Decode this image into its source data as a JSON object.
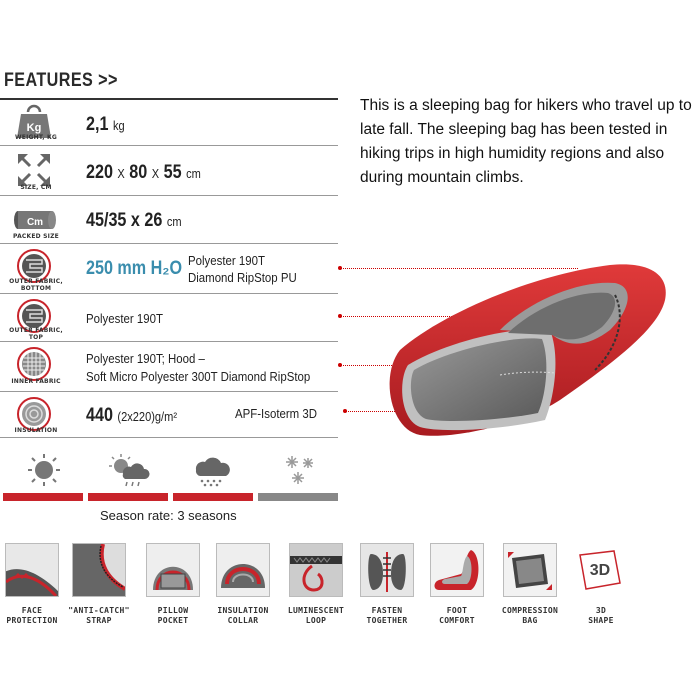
{
  "header": {
    "title": "FEATURES >>"
  },
  "description": "This is a sleeping bag for hikers who travel up to late fall. The sleeping bag has been tested in hiking trips in high humidity regions and also during mountain climbs.",
  "specs": {
    "weight": {
      "icon": "weight-kg-icon",
      "icon_text": "Kg",
      "label": "WEIGHT, KG",
      "value": "2,1",
      "unit": "kg"
    },
    "size": {
      "icon": "size-arrows-icon",
      "label": "SIZE, CM",
      "v1": "220",
      "x1": "X",
      "v2": "80",
      "x2": "X",
      "v3": "55",
      "unit": "cm"
    },
    "packed": {
      "icon": "packed-bag-icon",
      "icon_text": "Cm",
      "label": "PACKED SIZE",
      "value": "45/35 x 26",
      "unit": "cm"
    },
    "outer_bottom": {
      "icon": "outer-fabric-bottom-icon",
      "label_1": "OUTER FABRIC,",
      "label_2": "BOTTOM",
      "value": "250 mm H₂O",
      "text_1": "Polyester 190T",
      "text_2": "Diamond RipStop PU"
    },
    "outer_top": {
      "icon": "outer-fabric-top-icon",
      "label_1": "OUTER FABRIC,",
      "label_2": "TOP",
      "text": "Polyester 190T"
    },
    "inner": {
      "icon": "inner-fabric-icon",
      "label": "INNER FABRIC",
      "text_1": "Polyester 190T;  Hood –",
      "text_2": "Soft  Micro Polyester 300T Diamond RipStop"
    },
    "insulation": {
      "icon": "insulation-icon",
      "label": "INSULATION",
      "value": "440",
      "paren": "(2x220)",
      "unit": "g/m²",
      "text": "APF-Isoterm 3D"
    }
  },
  "seasons": {
    "icons": [
      "sun-icon",
      "sun-cloud-rain-icon",
      "cloud-rain-icon",
      "snowflakes-icon"
    ],
    "bar_colors": [
      "#c8242b",
      "#c8242b",
      "#c8242b",
      "#888888"
    ],
    "rate_text": "Season rate: 3 seasons"
  },
  "features": [
    {
      "icon": "face-protection-icon",
      "label_1": "FACE",
      "label_2": "PROTECTION"
    },
    {
      "icon": "anti-catch-strap-icon",
      "label_1": "\"ANTI-CATCH\"",
      "label_2": "STRAP"
    },
    {
      "icon": "pillow-pocket-icon",
      "label_1": "PILLOW",
      "label_2": "POCKET"
    },
    {
      "icon": "insulation-collar-icon",
      "label_1": "INSULATION",
      "label_2": "COLLAR"
    },
    {
      "icon": "luminescent-loop-icon",
      "label_1": "LUMINESCENT",
      "label_2": "LOOP"
    },
    {
      "icon": "fasten-together-icon",
      "label_1": "FASTEN",
      "label_2": "TOGETHER"
    },
    {
      "icon": "foot-comfort-icon",
      "label_1": "FOOT",
      "label_2": "COMFORT"
    },
    {
      "icon": "compression-bag-icon",
      "label_1": "COMPRESSION",
      "label_2": "BAG"
    },
    {
      "icon": "3d-shape-icon",
      "icon_text": "3D",
      "label_1": "3D",
      "label_2": "SHAPE"
    }
  ],
  "colors": {
    "brand_red": "#c8242b",
    "accent_blue": "#3a8dad",
    "gray": "#888888"
  }
}
